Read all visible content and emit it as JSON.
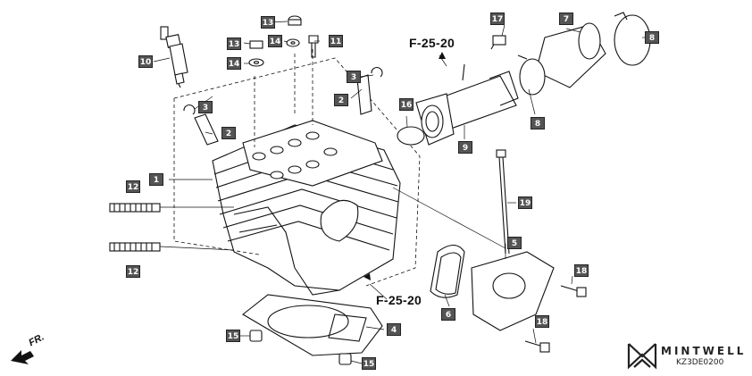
{
  "references": {
    "top": "F-25-20",
    "bottom": "F-25-20"
  },
  "direction_label": "FR.",
  "watermark": {
    "brand": "MINTWELL"
  },
  "diagram_code": "KZ3DE0200",
  "callouts": {
    "c1": "1",
    "c2a": "2",
    "c2b": "2",
    "c3a": "3",
    "c3b": "3",
    "c4": "4",
    "c5": "5",
    "c6": "6",
    "c7": "7",
    "c8a": "8",
    "c8b": "8",
    "c9": "9",
    "c10": "10",
    "c11": "11",
    "c12a": "12",
    "c12b": "12",
    "c13a": "13",
    "c13b": "13",
    "c14a": "14",
    "c14b": "14",
    "c15a": "15",
    "c15b": "15",
    "c16": "16",
    "c17": "17",
    "c18a": "18",
    "c18b": "18",
    "c19": "19"
  }
}
